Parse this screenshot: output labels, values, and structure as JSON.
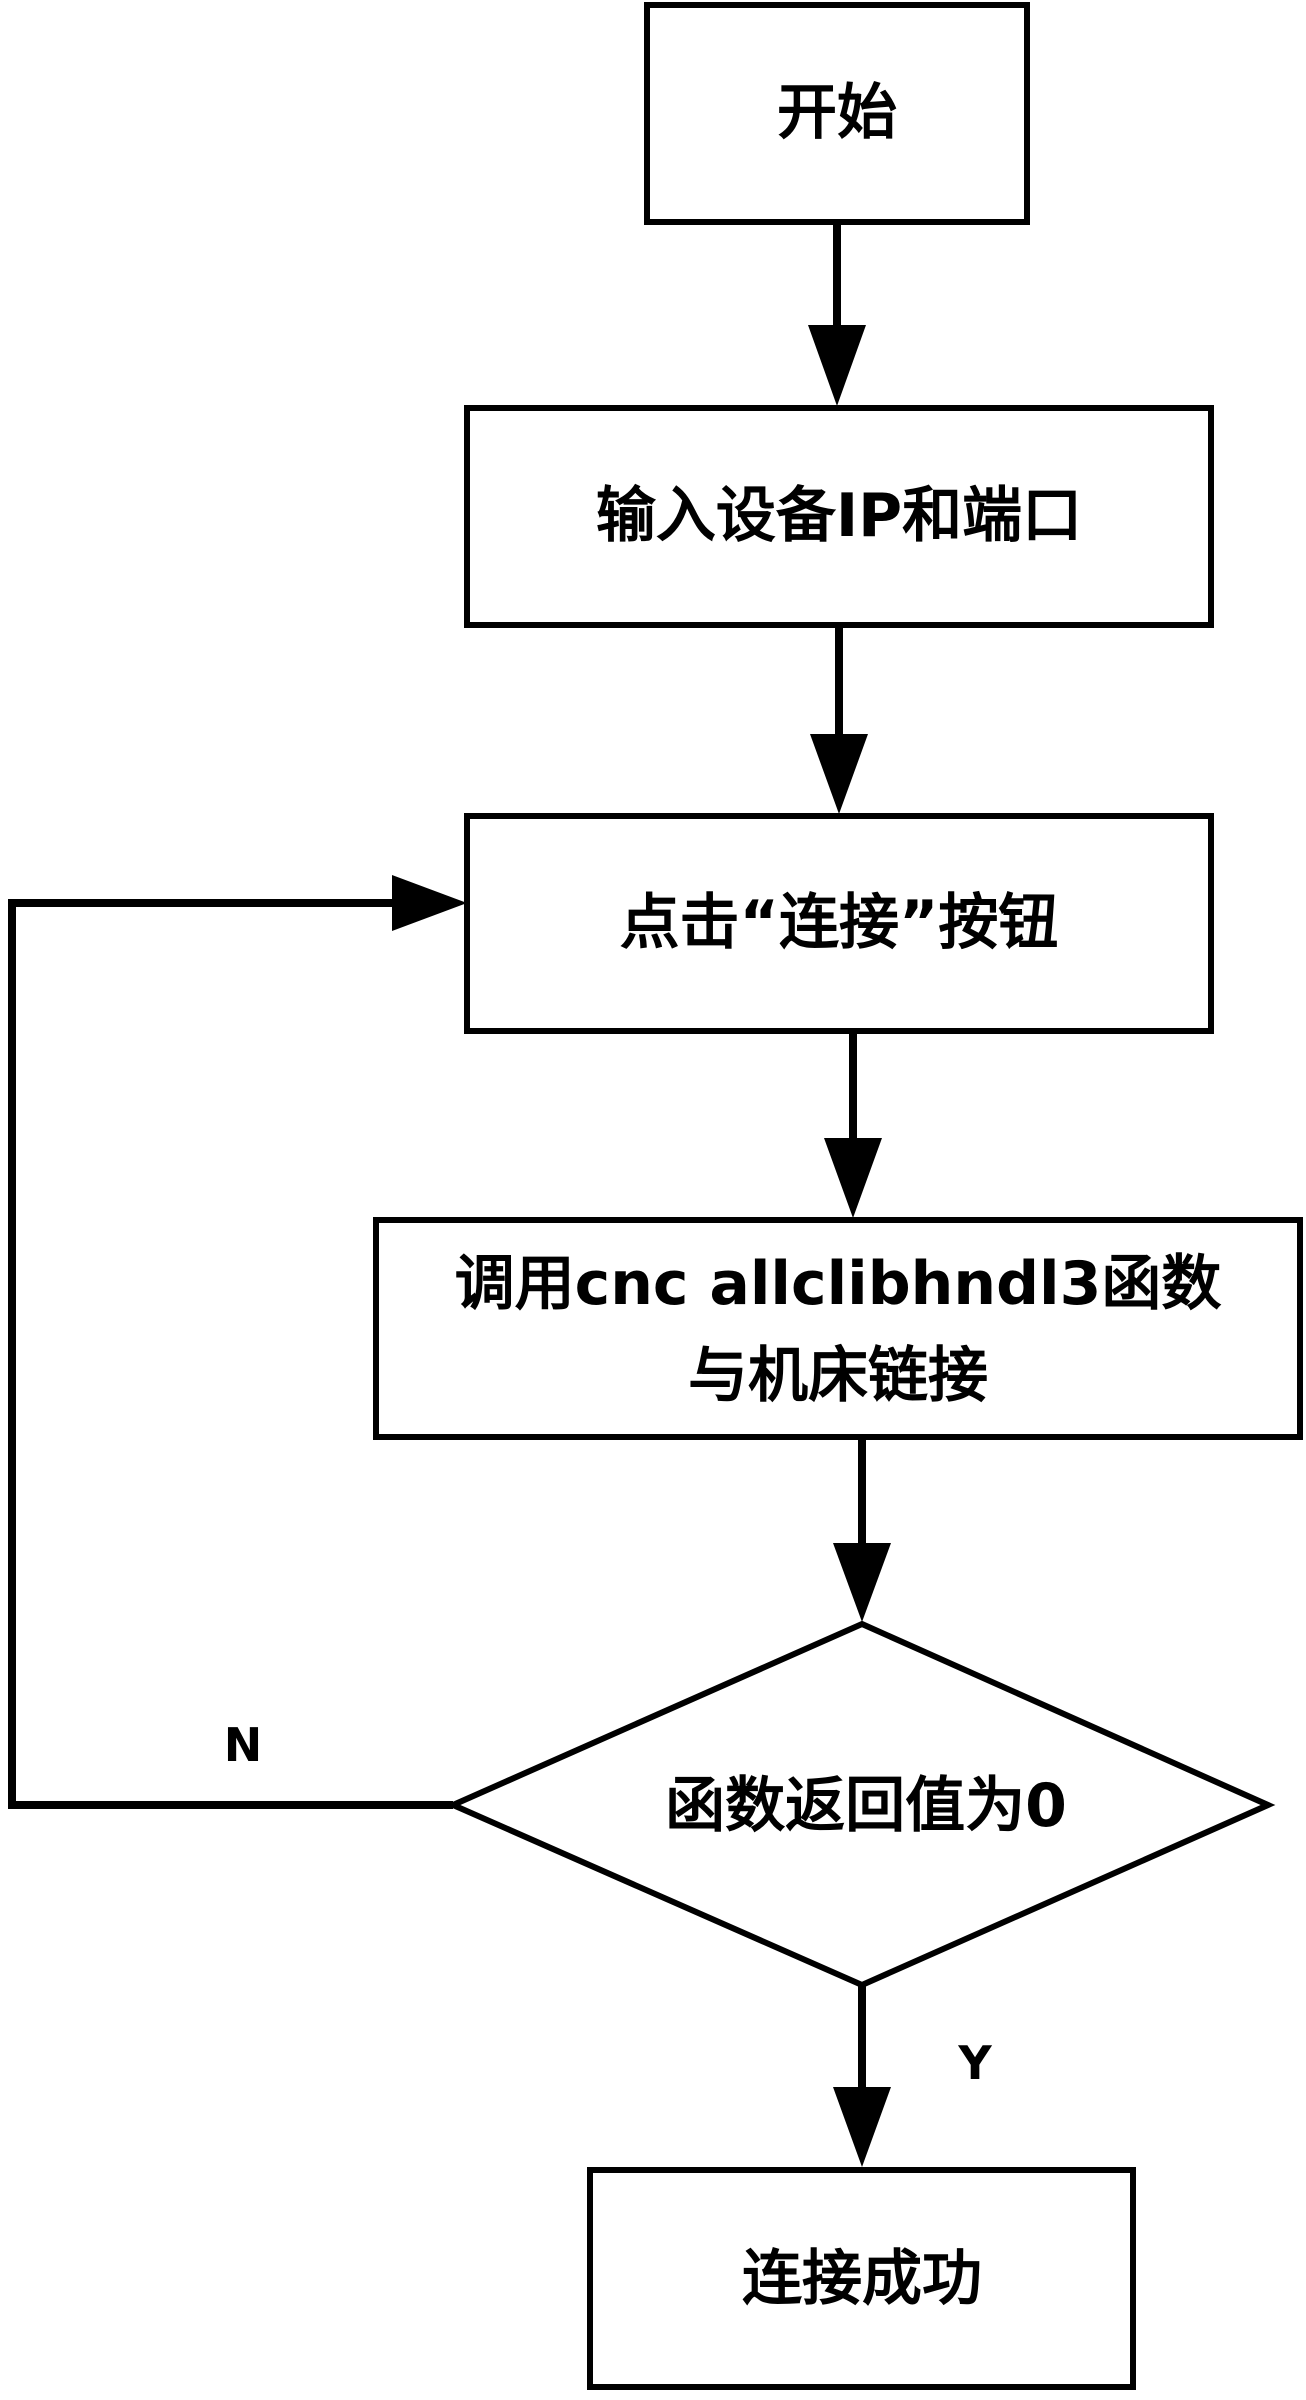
{
  "nodes": {
    "start": "开始",
    "input": "输入设备IP和端口",
    "click": "点击“连接”按钮",
    "call_line1": "调用cnc allclibhndl3函数",
    "call_line2": "与机床链接",
    "decision": "函数返回值为0",
    "success": "连接成功"
  },
  "labels": {
    "no": "N",
    "yes": "Y"
  }
}
